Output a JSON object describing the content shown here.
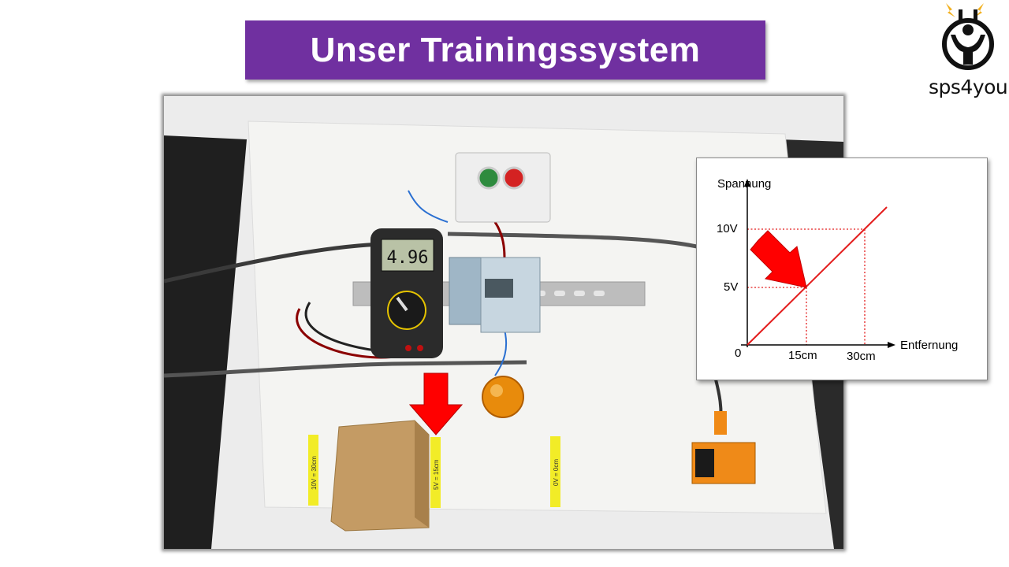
{
  "slide": {
    "title": "Unser Trainingssystem",
    "logo_text": "sps4you",
    "accent_color": "#7030a0"
  },
  "photo": {
    "multimeter_display": "4.96",
    "tape_labels": [
      "10V = 30cm",
      "5V = 15cm",
      "0V = 0cm"
    ],
    "arrow_color": "#ff0000"
  },
  "diagram": {
    "y_axis_label": "Spannung",
    "x_axis_label": "Entfernung",
    "origin_label": "0",
    "y_ticks": [
      "10V",
      "5V"
    ],
    "x_ticks": [
      "15cm",
      "30cm"
    ],
    "line_color": "#e31b1b"
  }
}
